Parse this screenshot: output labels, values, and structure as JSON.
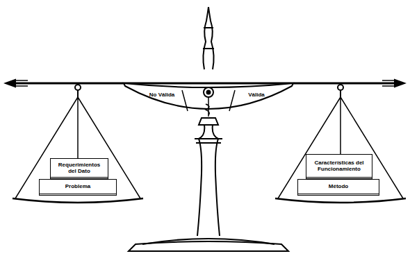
{
  "diagram": {
    "nodes": [
      {
        "text": [
          "No Válida"
        ]
      },
      {
        "text": [
          "Válida"
        ]
      },
      {
        "text": [
          "Requerimientos del Dato"
        ]
      },
      {
        "text": [
          "Problema"
        ]
      },
      {
        "text": [
          "Características del Funcionamiento"
        ]
      },
      {
        "text": [
          "Método"
        ]
      }
    ]
  }
}
